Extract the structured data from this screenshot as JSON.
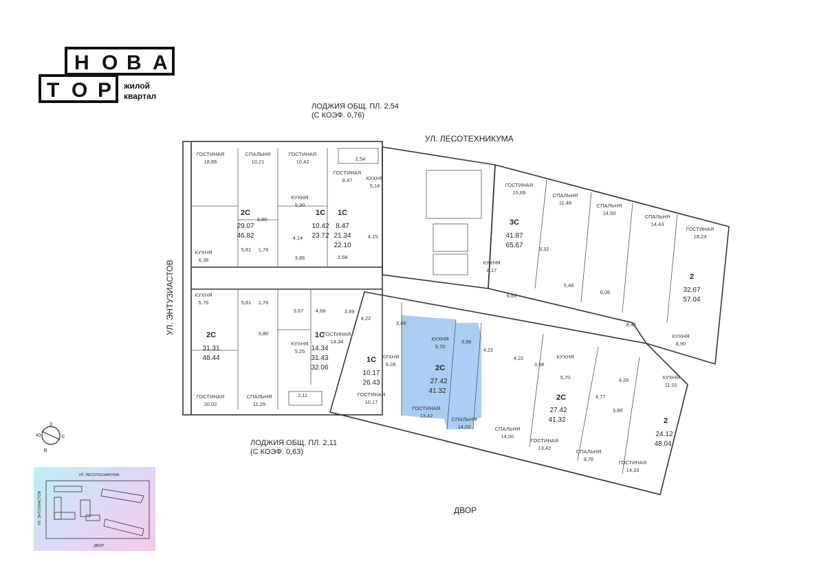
{
  "logo": {
    "row1": [
      "Н",
      "О",
      "В",
      "А"
    ],
    "row2": [
      "Т",
      "О",
      "Р"
    ],
    "sub1": "жилой",
    "sub2": "квартал"
  },
  "captions": {
    "loggia_top_1": "ЛОДЖИЯ ОБЩ. ПЛ. 2,54",
    "loggia_top_2": "(С КОЭФ. 0,76)",
    "loggia_bottom_1": "ЛОДЖИЯ ОБЩ. ПЛ. 2,11",
    "loggia_bottom_2": "(С КОЭФ. 0,63)"
  },
  "streets": {
    "top": "УЛ. ЛЕСОТЕХНИКУМА",
    "left": "УЛ. ЭНТУЗИАСТОВ",
    "bottom": "ДВОР"
  },
  "compass": {
    "n": "З",
    "w": "Ю",
    "e": "С",
    "s": "В"
  },
  "minimap": {
    "top": "УЛ. ЛЕСОТЕХНИКУМА",
    "left": "УЛ. ЭНТУЗИАСТОВ",
    "bottom": "ДВОР"
  },
  "highlight_color": "#a9cdf0",
  "apartments": [
    {
      "type": "2С",
      "a1": "29.07",
      "a2": "46.82"
    },
    {
      "type": "1С",
      "a1": "10.42",
      "a2": "23.72"
    },
    {
      "type": "1С",
      "a1": "8.47",
      "a2": "21.34",
      "a3": "22.10"
    },
    {
      "type": "3С",
      "a1": "41.87",
      "a2": "65.67"
    },
    {
      "type": "2",
      "a1": "32.67",
      "a2": "57.04"
    },
    {
      "type": "2С",
      "a1": "31.31",
      "a2": "48.44"
    },
    {
      "type": "1С",
      "a1": "14.34",
      "a2": "31.43",
      "a3": "32.06"
    },
    {
      "type": "1С",
      "a1": "10.17",
      "a2": "26.43"
    },
    {
      "type": "2С",
      "a1": "27.42",
      "a2": "41.32"
    },
    {
      "type": "2С",
      "a1": "27.42",
      "a2": "41.32"
    },
    {
      "type": "2",
      "a1": "24.12",
      "a2": "48.04"
    }
  ],
  "rooms": [
    {
      "name": "ГОСТИНАЯ",
      "area": "18,86"
    },
    {
      "name": "СПАЛЬНЯ",
      "area": "10,21"
    },
    {
      "name": "ГОСТИНАЯ",
      "area": "10,42"
    },
    {
      "name": "ГОСТИНАЯ",
      "area": "8,47"
    },
    {
      "name": "КУХНЯ",
      "area": "5,14"
    },
    {
      "name": "КУХНЯ",
      "area": "5,30"
    },
    {
      "name": "КУХНЯ",
      "area": "6,38"
    },
    {
      "name": "ГОСТИНАЯ",
      "area": "15,89"
    },
    {
      "name": "СПАЛЬНЯ",
      "area": "11,48"
    },
    {
      "name": "СПАЛЬНЯ",
      "area": "14,50"
    },
    {
      "name": "СПАЛЬНЯ",
      "area": "14,43"
    },
    {
      "name": "ГОСТИНАЯ",
      "area": "18,24"
    },
    {
      "name": "КУХНЯ",
      "area": "8,17"
    },
    {
      "name": "КУХНЯ",
      "area": "5,76"
    },
    {
      "name": "КУХНЯ",
      "area": "5,25"
    },
    {
      "name": "ГОСТИНАЯ",
      "area": "14,34"
    },
    {
      "name": "КУХНЯ",
      "area": "5,70"
    },
    {
      "name": "КУХНЯ",
      "area": "8,28"
    },
    {
      "name": "ГОСТИНАЯ",
      "area": "20,02"
    },
    {
      "name": "СПАЛЬНЯ",
      "area": "11,29"
    },
    {
      "name": "ГОСТИНАЯ",
      "area": "10,17"
    },
    {
      "name": "ГОСТИНАЯ",
      "area": "13,42"
    },
    {
      "name": "СПАЛЬНЯ",
      "area": "14,00"
    },
    {
      "name": "СПАЛЬНЯ",
      "area": "14,00"
    },
    {
      "name": "ГОСТИНАЯ",
      "area": "13,42"
    },
    {
      "name": "КУХНЯ",
      "area": "5,70"
    },
    {
      "name": "СПАЛЬНЯ",
      "area": "9,76"
    },
    {
      "name": "ГОСТИНАЯ",
      "area": "14,33"
    },
    {
      "name": "КУХНЯ",
      "area": "8,90"
    },
    {
      "name": "КУХНЯ",
      "area": "11,01"
    }
  ],
  "numbers": [
    "2,54",
    "3,80",
    "1,76",
    "5,81",
    "4,14",
    "3,86",
    "4,15",
    "3,58",
    "3,32",
    "5,48",
    "6,06",
    "6,83",
    "8,41",
    "5,81",
    "1,76",
    "3,67",
    "4,68",
    "3,49",
    "3,80",
    "2,11",
    "4,22",
    "3,49",
    "3,98",
    "4,22",
    "4,22",
    "3,98",
    "4,26",
    "4,77",
    "3,88"
  ]
}
